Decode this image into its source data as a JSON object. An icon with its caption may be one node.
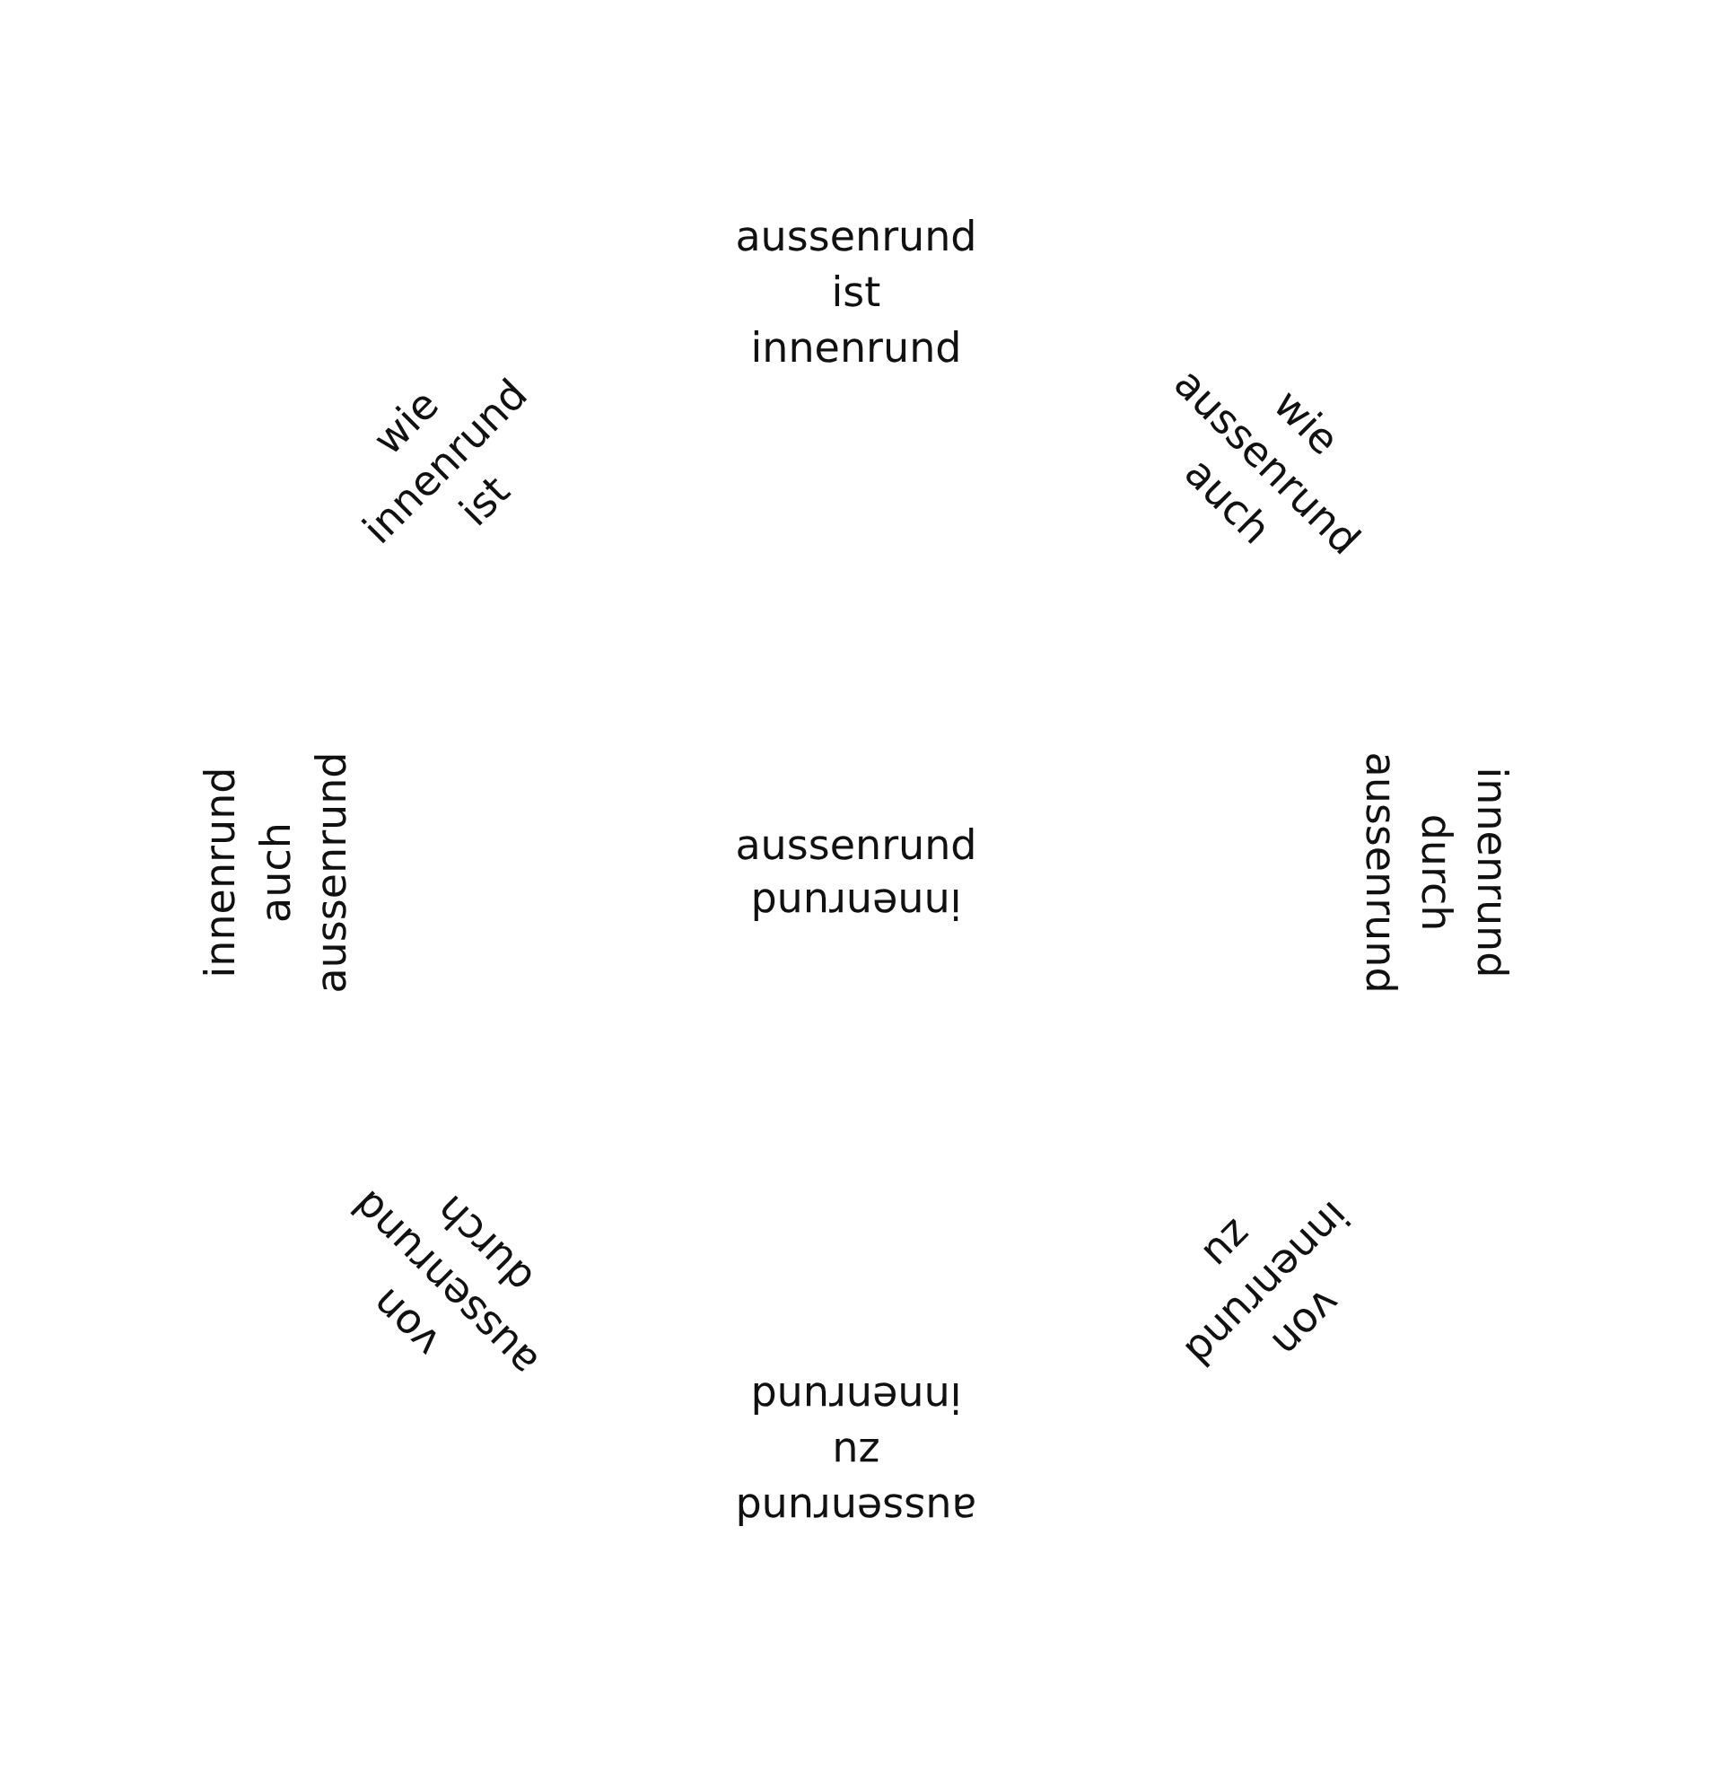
{
  "diagram": {
    "labels": [
      "aussenrund ist innenrund",
      "wie aussenrund auch",
      "innenrund durch aussenrund",
      "von innenrund zu",
      "aussenrund zu innenrund",
      "von aussenrund durch",
      "innenrund auch aussenrund",
      "wie innenrund ist",
      "aussenrund",
      "innenrund"
    ]
  }
}
